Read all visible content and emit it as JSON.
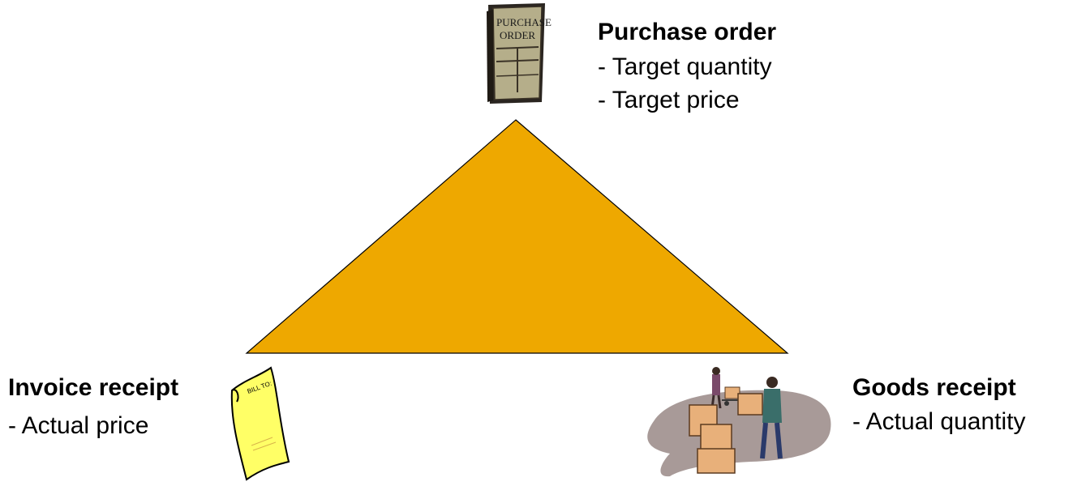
{
  "purchase_order": {
    "title": "Purchase order",
    "lines": [
      "- Target quantity",
      "- Target price"
    ],
    "icon_text_top": "PURCHASE",
    "icon_text_bottom": "ORDER"
  },
  "invoice_receipt": {
    "title": "Invoice receipt",
    "lines": [
      "- Actual price"
    ],
    "icon_text": "BILL TO:"
  },
  "goods_receipt": {
    "title": "Goods receipt",
    "lines": [
      "- Actual quantity"
    ]
  },
  "colors": {
    "triangle_fill": "#eea800",
    "triangle_stroke": "#000000",
    "invoice_paper": "#ffff66",
    "goods_shadow": "#a89a98",
    "box_fill": "#e8b07a"
  }
}
